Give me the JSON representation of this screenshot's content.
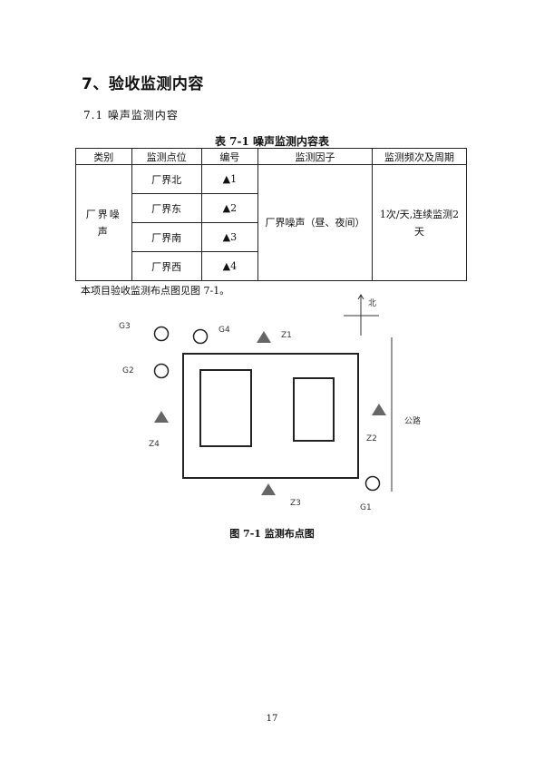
{
  "section": {
    "heading": "7、验收监测内容",
    "subheading": "7.1  噪声监测内容"
  },
  "table": {
    "caption": "表 7-1    噪声监测内容表",
    "headers": [
      "类别",
      "监测点位",
      "编号",
      "监测因子",
      "监测频次及周期"
    ],
    "category": "厂界噪声",
    "points": [
      {
        "location": "厂界北",
        "code": "▲1"
      },
      {
        "location": "厂界东",
        "code": "▲2"
      },
      {
        "location": "厂界南",
        "code": "▲3"
      },
      {
        "location": "厂界西",
        "code": "▲4"
      }
    ],
    "factor": "厂界噪声（昼、夜间）",
    "frequency": "1次/天,连续监测2天"
  },
  "note": "本项目验收监测布点图见图 7-1。",
  "figure": {
    "north_label": "北",
    "road_label": "公路",
    "labels": {
      "G1": "G1",
      "G2": "G2",
      "G3": "G3",
      "G4": "G4",
      "Z1": "Z1",
      "Z2": "Z2",
      "Z3": "Z3",
      "Z4": "Z4"
    },
    "caption": "图 7-1    监测布点图"
  },
  "page_number": "17"
}
